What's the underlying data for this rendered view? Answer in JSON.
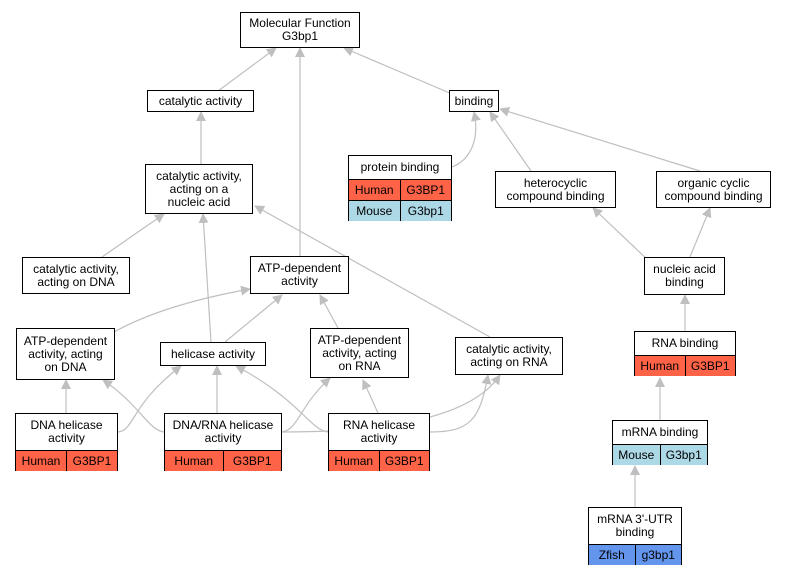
{
  "colors": {
    "human": "#ff6347",
    "mouse": "#add8e6",
    "zfish": "#6495ed",
    "edge": "#bfbfbf"
  },
  "nodes": {
    "molecular_function": {
      "label": "Molecular Function\nG3bp1"
    },
    "catalytic_activity": {
      "label": "catalytic activity"
    },
    "binding": {
      "label": "binding"
    },
    "protein_binding": {
      "label": "protein binding",
      "rows": [
        {
          "species": "Human",
          "gene": "G3BP1"
        },
        {
          "species": "Mouse",
          "gene": "G3bp1"
        }
      ]
    },
    "catalytic_nucleic": {
      "label": "catalytic activity,\nacting on a\nnucleic acid"
    },
    "heterocyclic": {
      "label": "heterocyclic\ncompound binding"
    },
    "organic_cyclic": {
      "label": "organic cyclic\ncompound binding"
    },
    "catalytic_dna": {
      "label": "catalytic activity,\nacting on DNA"
    },
    "atp_dependent": {
      "label": "ATP-dependent\nactivity"
    },
    "nucleic_acid_binding": {
      "label": "nucleic acid\nbinding"
    },
    "atp_dna": {
      "label": "ATP-dependent\nactivity, acting\non DNA"
    },
    "helicase": {
      "label": "helicase activity"
    },
    "atp_rna": {
      "label": "ATP-dependent\nactivity, acting\non RNA"
    },
    "catalytic_rna": {
      "label": "catalytic activity,\nacting on RNA"
    },
    "rna_binding": {
      "label": "RNA binding",
      "rows": [
        {
          "species": "Human",
          "gene": "G3BP1"
        }
      ]
    },
    "dna_helicase": {
      "label": "DNA helicase\nactivity",
      "rows": [
        {
          "species": "Human",
          "gene": "G3BP1"
        }
      ]
    },
    "dna_rna_helicase": {
      "label": "DNA/RNA helicase\nactivity",
      "rows": [
        {
          "species": "Human",
          "gene": "G3BP1"
        }
      ]
    },
    "rna_helicase": {
      "label": "RNA helicase\nactivity",
      "rows": [
        {
          "species": "Human",
          "gene": "G3BP1"
        }
      ]
    },
    "mrna_binding": {
      "label": "mRNA binding",
      "rows": [
        {
          "species": "Mouse",
          "gene": "G3bp1"
        }
      ]
    },
    "mrna_3utr": {
      "label": "mRNA 3'-UTR\nbinding",
      "rows": [
        {
          "species": "Zfish",
          "gene": "g3bp1"
        }
      ]
    }
  }
}
